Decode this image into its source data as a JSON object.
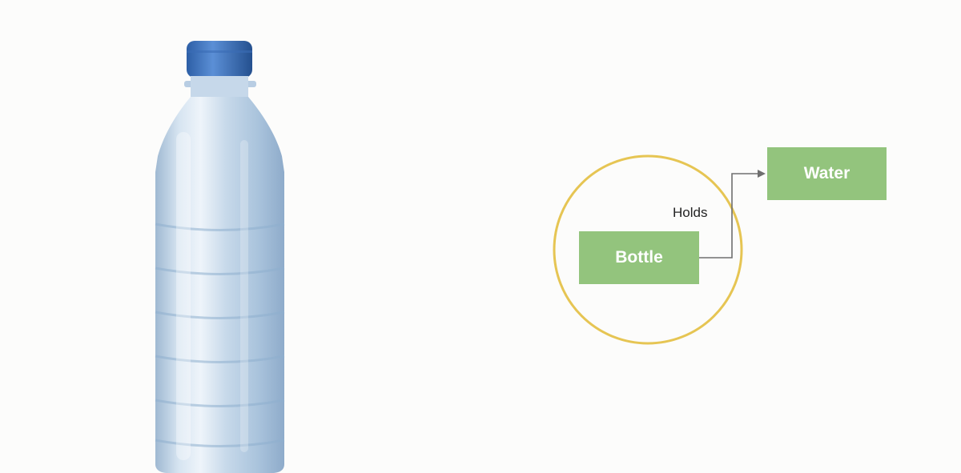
{
  "diagram": {
    "nodes": {
      "bottle": "Bottle",
      "water": "Water"
    },
    "edge_label": "Holds",
    "colors": {
      "node_fill": "#93c47d",
      "node_text": "#ffffff",
      "circle_stroke": "#e6c553",
      "edge_stroke": "#6f6f6f",
      "background": "#fcfcfb"
    }
  },
  "photo": {
    "subject": "water-bottle"
  }
}
